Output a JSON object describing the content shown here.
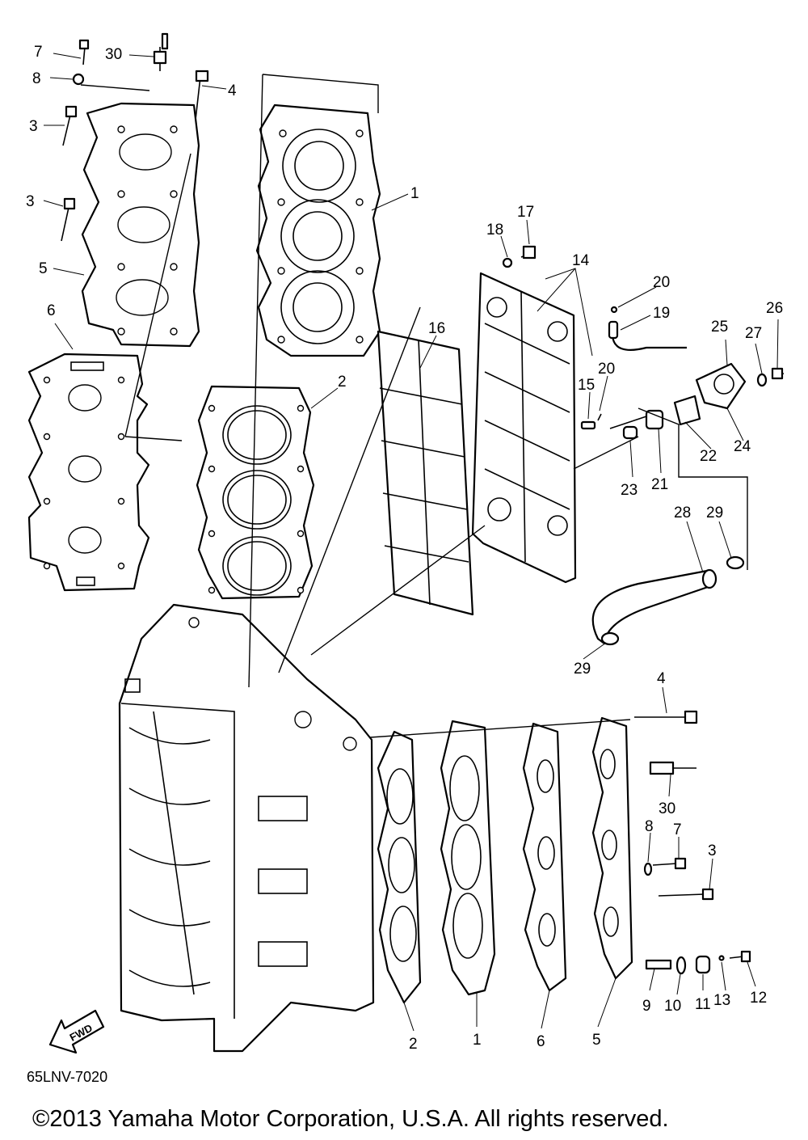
{
  "diagram_code": "65LNV-7020",
  "copyright": "©2013 Yamaha Motor Corporation, U.S.A. All rights reserved.",
  "fwd_label": "FWD",
  "callouts": {
    "c1": "1",
    "c2": "2",
    "c3": "3",
    "c4": "4",
    "c5": "5",
    "c6": "6",
    "c7": "7",
    "c8": "8",
    "c9": "9",
    "c10": "10",
    "c11": "11",
    "c12": "12",
    "c13": "13",
    "c14": "14",
    "c15": "15",
    "c16": "16",
    "c17": "17",
    "c18": "18",
    "c19": "19",
    "c20": "20",
    "c21": "21",
    "c22": "22",
    "c23": "23",
    "c24": "24",
    "c25": "25",
    "c26": "26",
    "c27": "27",
    "c28": "28",
    "c29": "29",
    "c30": "30"
  }
}
